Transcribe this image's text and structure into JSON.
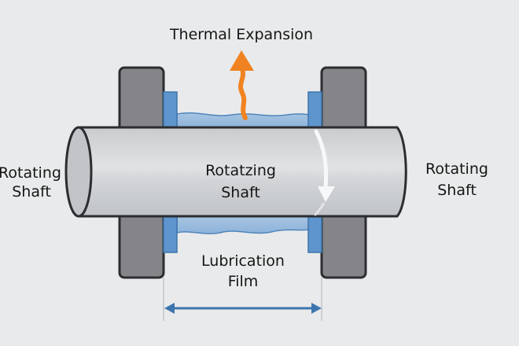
{
  "diagram": {
    "title": "Thermal Expansion",
    "labels": {
      "left_shaft": [
        "Rotating",
        "Shaft"
      ],
      "center_shaft": [
        "Rotatzing",
        "Shaft"
      ],
      "right_shaft": [
        "Rotating",
        "Shaft"
      ],
      "film": [
        "Lubrication",
        "Film"
      ]
    },
    "colors": {
      "background": "#e9eaeb",
      "bearing_block": "#858589",
      "outline": "#2b2d30",
      "lubricant": "#6f9fcf",
      "lubricant_light": "#a9c6e3",
      "flange": "#5f95cd",
      "shaft_light": "#dfe1e3",
      "shaft_mid": "#c4c7ca",
      "heat_arrow": "#f08321",
      "dimension_arrow": "#3d76ae"
    }
  }
}
